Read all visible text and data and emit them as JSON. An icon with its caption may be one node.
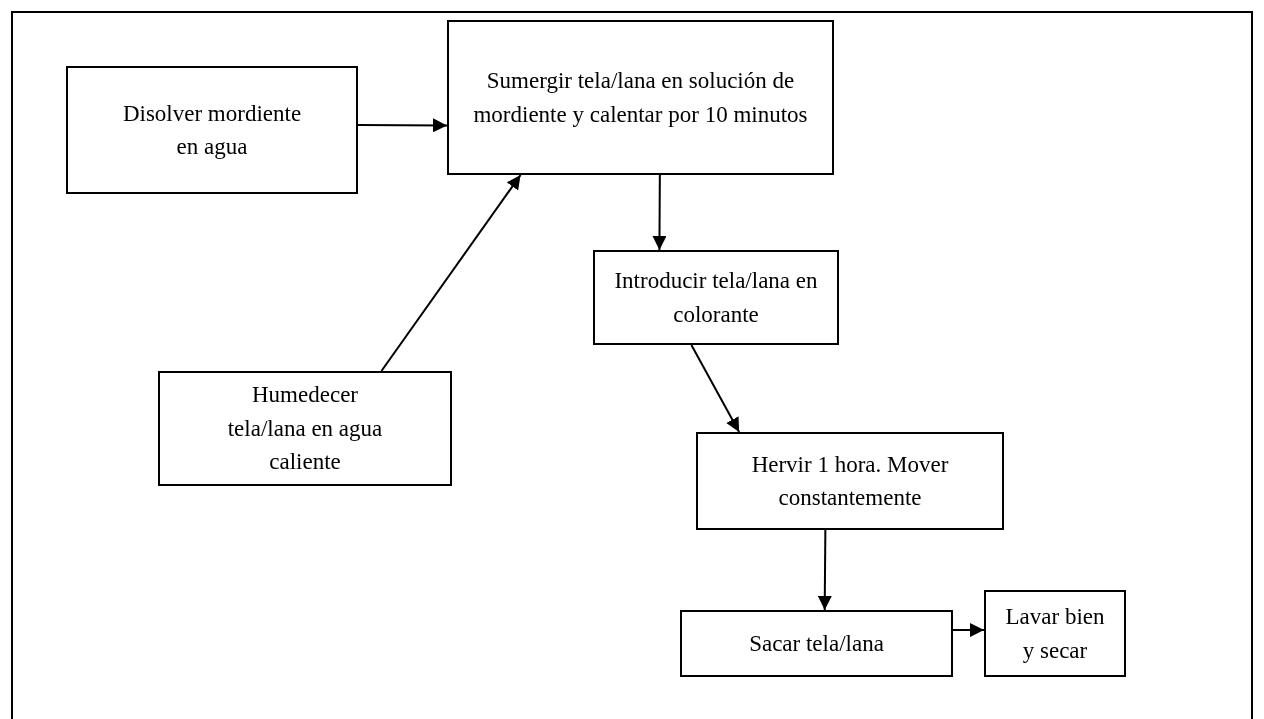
{
  "diagram": {
    "nodes": [
      {
        "text": [
          "Disolver mordiente en agua"
        ]
      },
      {
        "text": [
          "Sumergir tela/lana en solución de mordiente y calentar por 10 minutos"
        ]
      },
      {
        "text": [
          "Introducir tela/lana en colorante"
        ]
      },
      {
        "text": [
          "Humedecer tela/lana en agua caliente"
        ]
      },
      {
        "text": [
          "Hervir 1 hora. Mover constantemente"
        ]
      },
      {
        "text": [
          "Sacar tela/lana"
        ]
      },
      {
        "text": [
          "Lavar bien y secar"
        ]
      }
    ],
    "edges": [
      {
        "from": 0,
        "to": 1,
        "arrow": "to"
      },
      {
        "from": 3,
        "to": 1,
        "arrow": "to"
      },
      {
        "from": 1,
        "to": 2,
        "arrow": "to"
      },
      {
        "from": 2,
        "to": 4,
        "arrow": "to"
      },
      {
        "from": 4,
        "to": 5,
        "arrow": "to"
      },
      {
        "from": 5,
        "to": 6,
        "arrow": "to"
      }
    ]
  }
}
